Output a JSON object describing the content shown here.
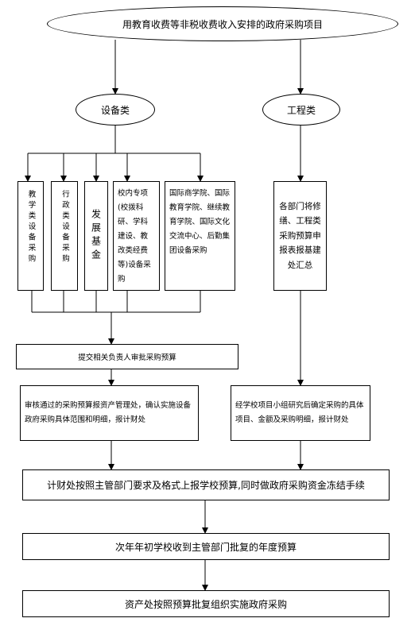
{
  "diagram": {
    "top": "用教育收费等非税收费收入安排的政府采购项目",
    "branch_left": "设备类",
    "branch_right": "工程类",
    "col1": "教学类设备采购",
    "col2": "行政类设备采购",
    "col3": "发展基金",
    "col4": "校内专项(校拨科研、学科建设、教改类经费等)设备采购",
    "col5": "国际商学院、国际教育学院、继续教育学院、国际文化交流中心、后勤集团设备采购",
    "right_box": "各部门将修缮、工程类采购预算申报表报基建处汇总",
    "submit": "提交相关负责人审批采购预算",
    "review": "审核通过的采购预算报资产管理处，确认实施设备政府采购具体范围和明细，报计财处",
    "engineering_review": "经学校项目小组研究后确定采购的具体项目、金额及采购明细，报计财处",
    "finance": "计财处按照主管部门要求及格式上报学校预算,同时做政府采购资金冻结手续",
    "next_year": "次年年初学校收到主管部门批复的年度预算",
    "asset": "资产处按照预算批复组织实施政府采购"
  }
}
